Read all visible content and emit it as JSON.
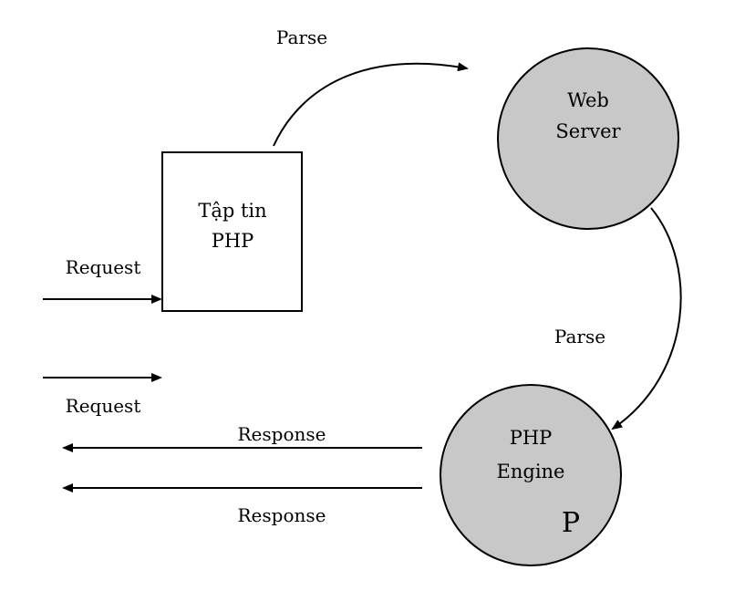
{
  "colors": {
    "line": "#000000",
    "node_fill": "#c8c8c8",
    "box_fill": "#ffffff"
  },
  "nodes": {
    "php_file": {
      "line1": "Tập tin",
      "line2": "PHP"
    },
    "web_server": {
      "line1": "Web",
      "line2": "Server"
    },
    "php_engine": {
      "line1": "PHP",
      "line2": "Engine",
      "mark": "P"
    }
  },
  "edges": {
    "parse_top": "Parse",
    "parse_right": "Parse",
    "request_in": "Request",
    "request_out": "Request",
    "response_top": "Response",
    "response_bottom": "Response"
  }
}
